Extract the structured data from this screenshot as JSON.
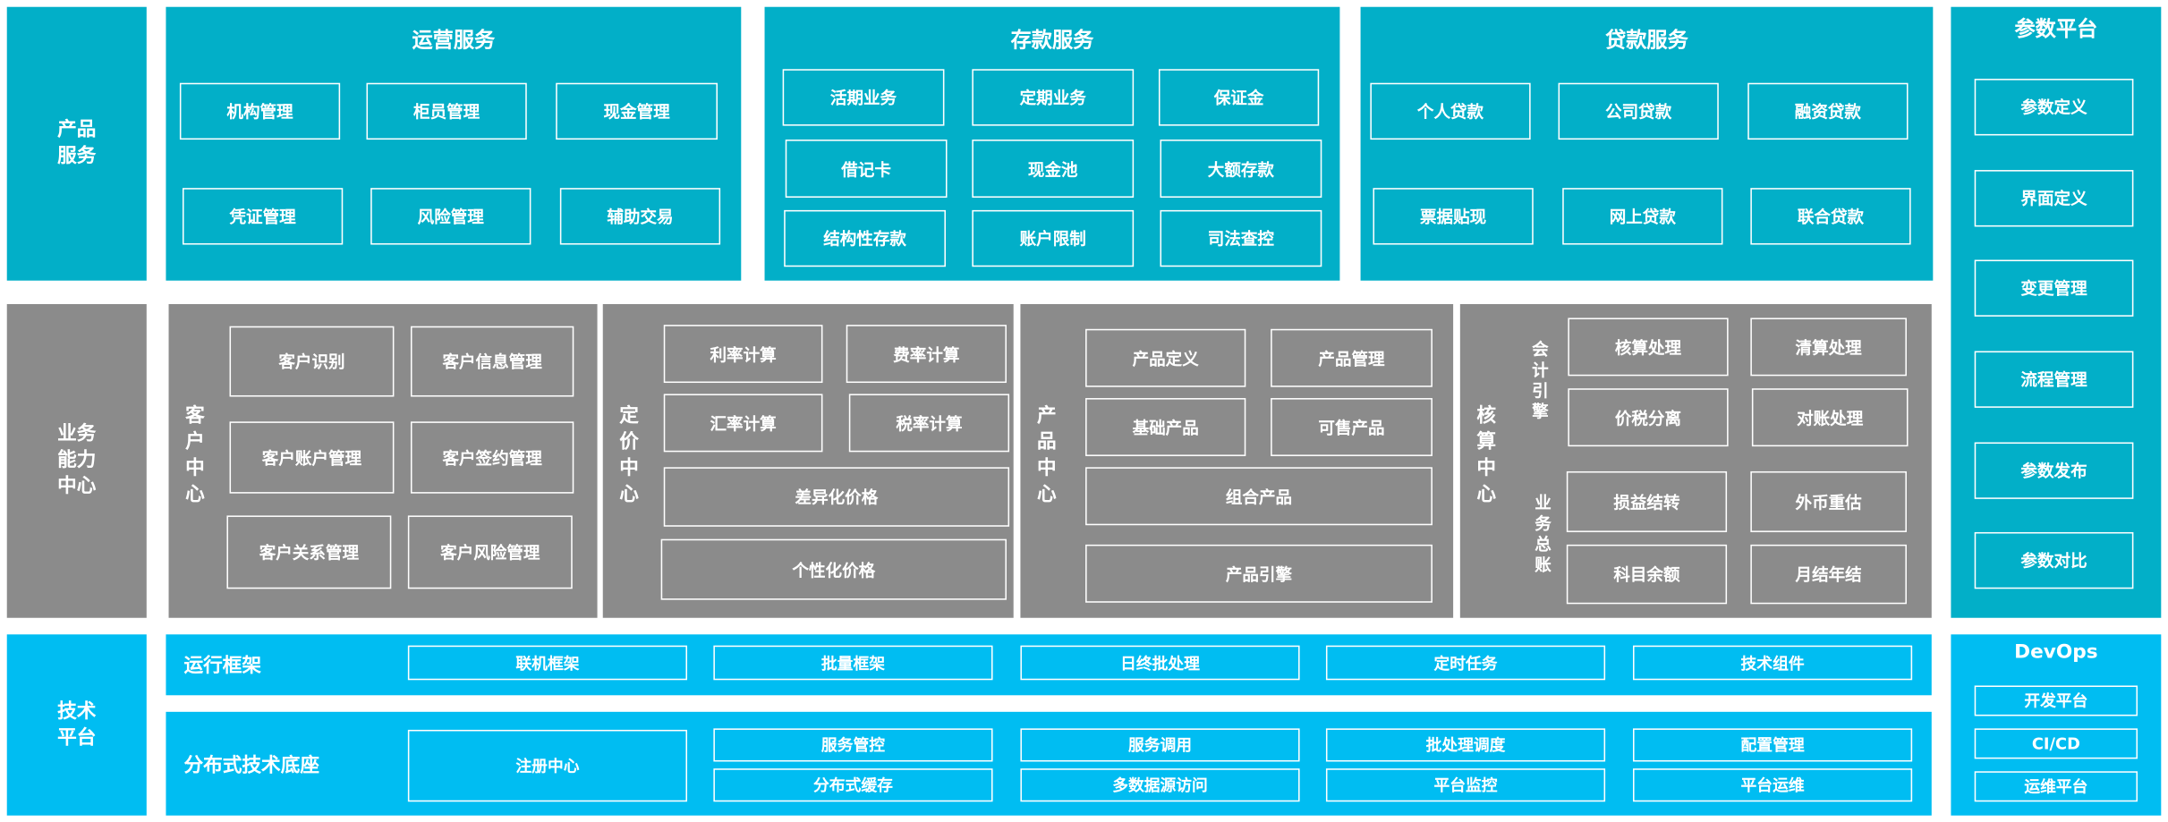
{
  "colors": {
    "product": "#02afc8",
    "capability": "#8b8b8b",
    "tech": "#00bdf2",
    "text": "#ffffff"
  },
  "layers": {
    "product": "产品服务",
    "capability": "业务能力中心",
    "tech": "技术平台"
  },
  "ops": {
    "title": "运营服务",
    "items": [
      "机构管理",
      "柜员管理",
      "现金管理",
      "凭证管理",
      "风险管理",
      "辅助交易"
    ]
  },
  "deposit": {
    "title": "存款服务",
    "items": [
      "活期业务",
      "定期业务",
      "保证金",
      "借记卡",
      "现金池",
      "大额存款",
      "结构性存款",
      "账户限制",
      "司法查控"
    ]
  },
  "loan": {
    "title": "贷款服务",
    "items": [
      "个人贷款",
      "公司贷款",
      "融资贷款",
      "票据贴现",
      "网上贷款",
      "联合贷款"
    ]
  },
  "param": {
    "title": "参数平台",
    "items": [
      "参数定义",
      "界面定义",
      "变更管理",
      "流程管理",
      "参数发布",
      "参数对比"
    ]
  },
  "customer": {
    "title": "客户中心",
    "items": [
      "客户识别",
      "客户信息管理",
      "客户账户管理",
      "客户签约管理",
      "客户关系管理",
      "客户风险管理"
    ]
  },
  "pricing": {
    "title": "定价中心",
    "items": [
      "利率计算",
      "费率计算",
      "汇率计算",
      "税率计算",
      "差异化价格",
      "个性化价格"
    ]
  },
  "productc": {
    "title": "产品中心",
    "items": [
      "产品定义",
      "产品管理",
      "基础产品",
      "可售产品",
      "组合产品",
      "产品引擎"
    ]
  },
  "accounting": {
    "title": "核算中心",
    "sub1": "会计引擎",
    "sub2": "业务总账",
    "items": [
      "核算处理",
      "清算处理",
      "价税分离",
      "对账处理",
      "损益结转",
      "外币重估",
      "科目余额",
      "月结年结"
    ]
  },
  "runtime": {
    "title": "运行框架",
    "items": [
      "联机框架",
      "批量框架",
      "日终批处理",
      "定时任务",
      "技术组件"
    ]
  },
  "distributed": {
    "title": "分布式技术底座",
    "items": [
      "注册中心",
      "服务管控",
      "服务调用",
      "批处理调度",
      "配置管理",
      "分布式缓存",
      "多数据源访问",
      "平台监控",
      "平台运维"
    ]
  },
  "devops": {
    "title": "DevOps",
    "items": [
      "开发平台",
      "CI/CD",
      "运维平台"
    ]
  }
}
